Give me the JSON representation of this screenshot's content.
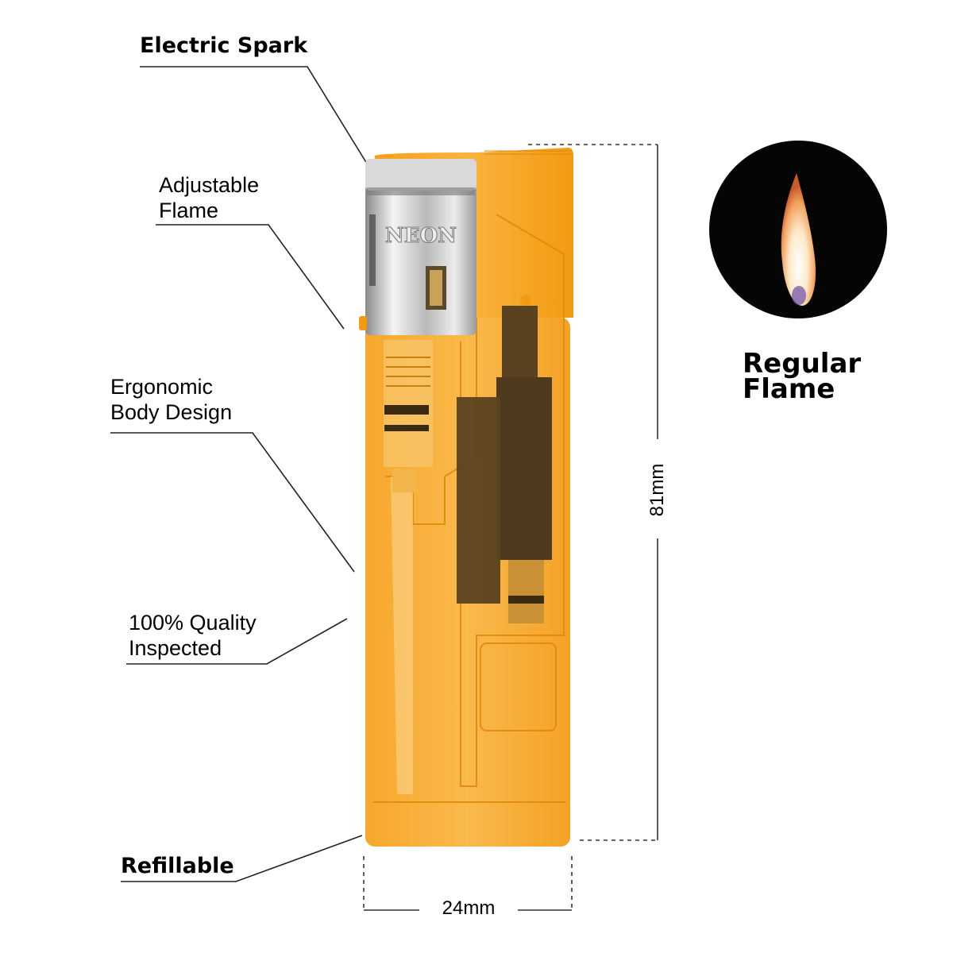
{
  "callouts": {
    "electric_spark": "Electric Spark",
    "adjustable_flame": "Adjustable\nFlame",
    "ergonomic": "Ergonomic\nBody Design",
    "quality": "100% Quality\nInspected",
    "refillable": "Refillable"
  },
  "product": {
    "brand": "NEON",
    "body_color": "#f7a21b",
    "metal_color": "#c8c8c8"
  },
  "dimensions": {
    "height": "81mm",
    "width": "24mm"
  },
  "flame": {
    "title": "Regular\nFlame"
  }
}
